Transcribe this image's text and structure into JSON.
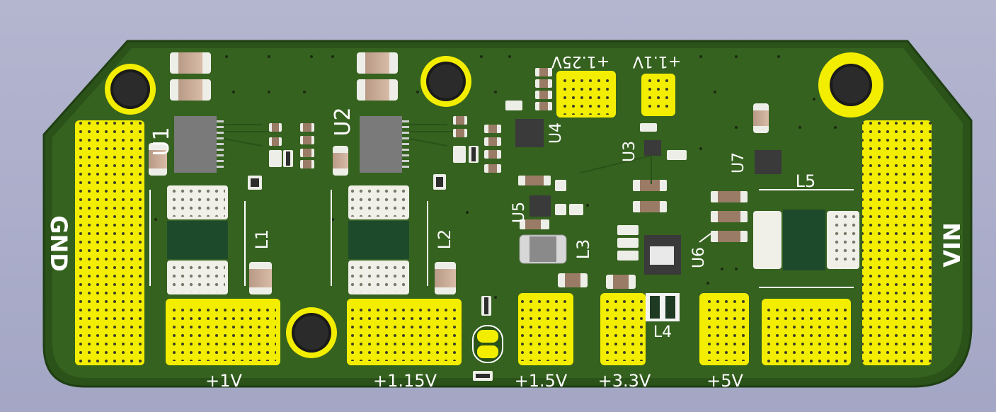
{
  "labels": {
    "u1": "U1",
    "u2": "U2",
    "u3": "U3",
    "u4": "U4",
    "u5": "U5",
    "u6": "U6",
    "u7": "U7",
    "l1": "L1",
    "l2": "L2",
    "l3": "L3",
    "l4": "L4",
    "l5": "L5",
    "gnd": "GND",
    "vin": "VIN",
    "v1": "+1V",
    "v115": "+1.15V",
    "v15": "+1.5V",
    "v33": "+3.3V",
    "v5": "+5V",
    "v125": "+1.25V",
    "v11": "+1.1V"
  },
  "colors": {
    "background": "#a9abc8",
    "pcb": "#2f5a1e",
    "copper": "#3a6d24",
    "pad": "#f5f000",
    "silkscreen": "#ffffff",
    "chip": "#6e6e6e"
  }
}
